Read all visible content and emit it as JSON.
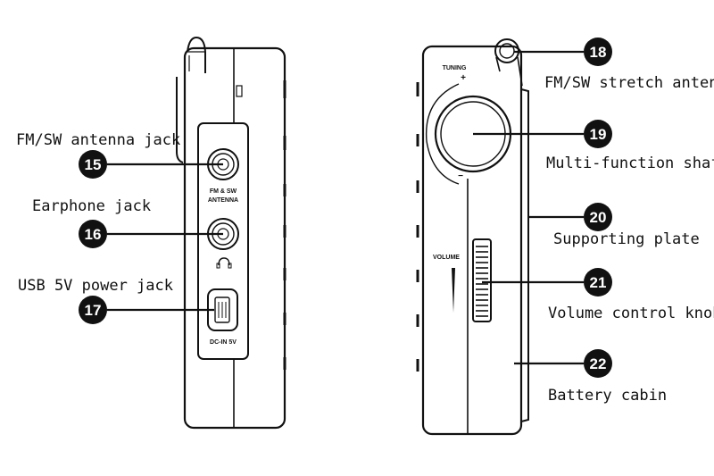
{
  "callouts": [
    {
      "number": "15",
      "label": "FM/SW antenna jack"
    },
    {
      "number": "16",
      "label": "Earphone jack"
    },
    {
      "number": "17",
      "label": "USB 5V power jack"
    },
    {
      "number": "18",
      "label": "FM/SW stretch antenna"
    },
    {
      "number": "19",
      "label": "Multi-function shaft"
    },
    {
      "number": "20",
      "label": "Supporting plate"
    },
    {
      "number": "21",
      "label": "Volume control knob"
    },
    {
      "number": "22",
      "label": "Battery cabin"
    }
  ],
  "device_markings": {
    "antenna_jack_line1": "FM & SW",
    "antenna_jack_line2": "ANTENNA",
    "dc_in": "DC-IN 5V",
    "tuning": "TUNING",
    "tuning_minus": "−",
    "tuning_plus": "+",
    "volume": "VOLUME"
  },
  "colors": {
    "line": "#111111",
    "badge": "#111111",
    "background": "#ffffff"
  }
}
